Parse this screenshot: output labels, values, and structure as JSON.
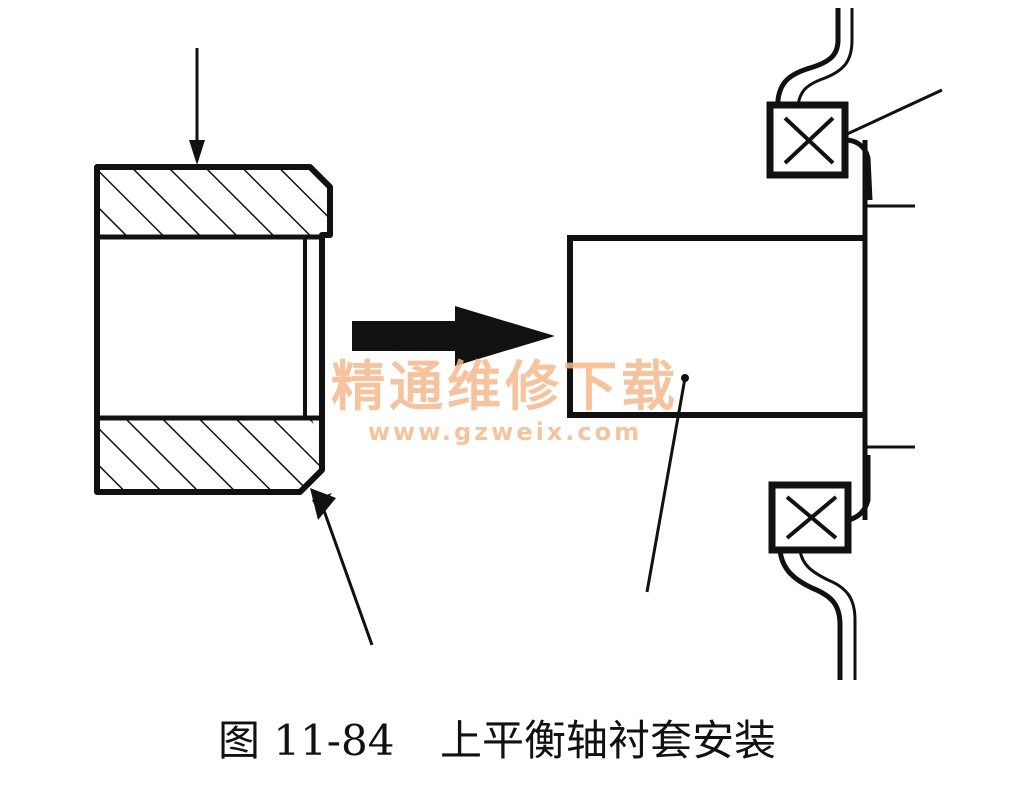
{
  "caption": {
    "number": "图 11-84",
    "title": "上平衡轴衬套安装"
  },
  "watermark": {
    "name": "精通维修下载",
    "url": "www.gzweix.com",
    "color": "#f4b98e"
  },
  "colors": {
    "ink": "#111111",
    "paper": "#ffffff"
  }
}
